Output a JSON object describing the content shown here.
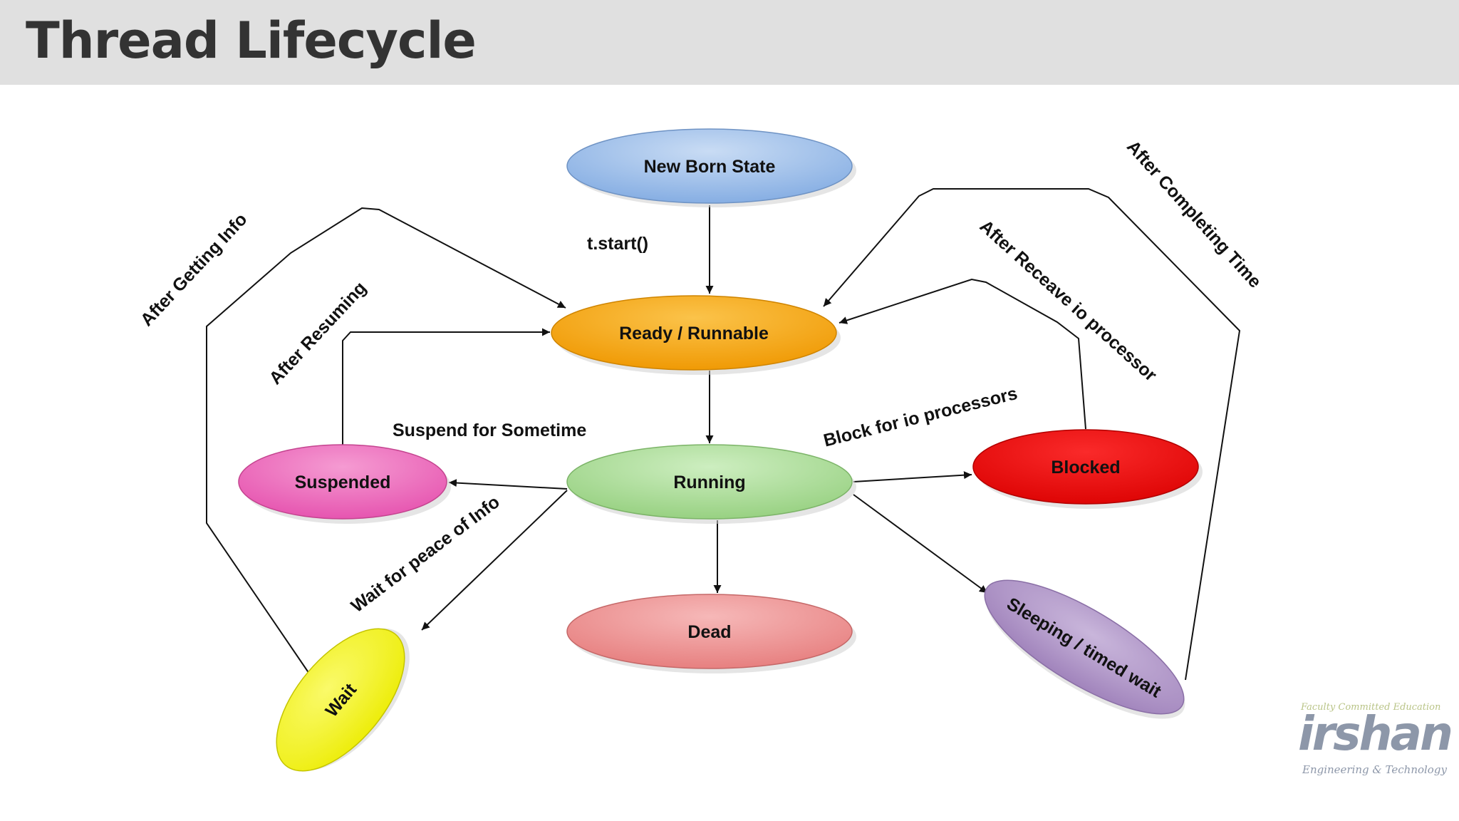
{
  "title": "Thread Lifecycle",
  "nodes": {
    "new_born": "New Born State",
    "ready": "Ready / Runnable",
    "running": "Running",
    "suspended": "Suspended",
    "blocked": "Blocked",
    "dead": "Dead",
    "wait": "Wait",
    "sleeping": "Sleeping / timed wait"
  },
  "edges": {
    "start": "t.start()",
    "after_getting_info": "After Getting Info",
    "after_resuming": "After Resuming",
    "suspend_for_sometime": "Suspend for Sometime",
    "block_for_io": "Block for io processors",
    "wait_for_info": "Wait for peace of Info",
    "after_receave_io": "After Receave io processor",
    "after_completing_time": "After Completing Time"
  },
  "colors": {
    "new_born": "#8fb6e6",
    "ready": "#f5a20c",
    "running": "#a5d890",
    "suspended": "#ea62b7",
    "blocked": "#e8080a",
    "dead": "#ea8a8a",
    "wait": "#f2f20e",
    "sleeping": "#a98cc2"
  },
  "logo": {
    "tagline": "Faculty Committed Education",
    "wordmark": "irshan",
    "subtitle": "Engineering & Technology"
  }
}
